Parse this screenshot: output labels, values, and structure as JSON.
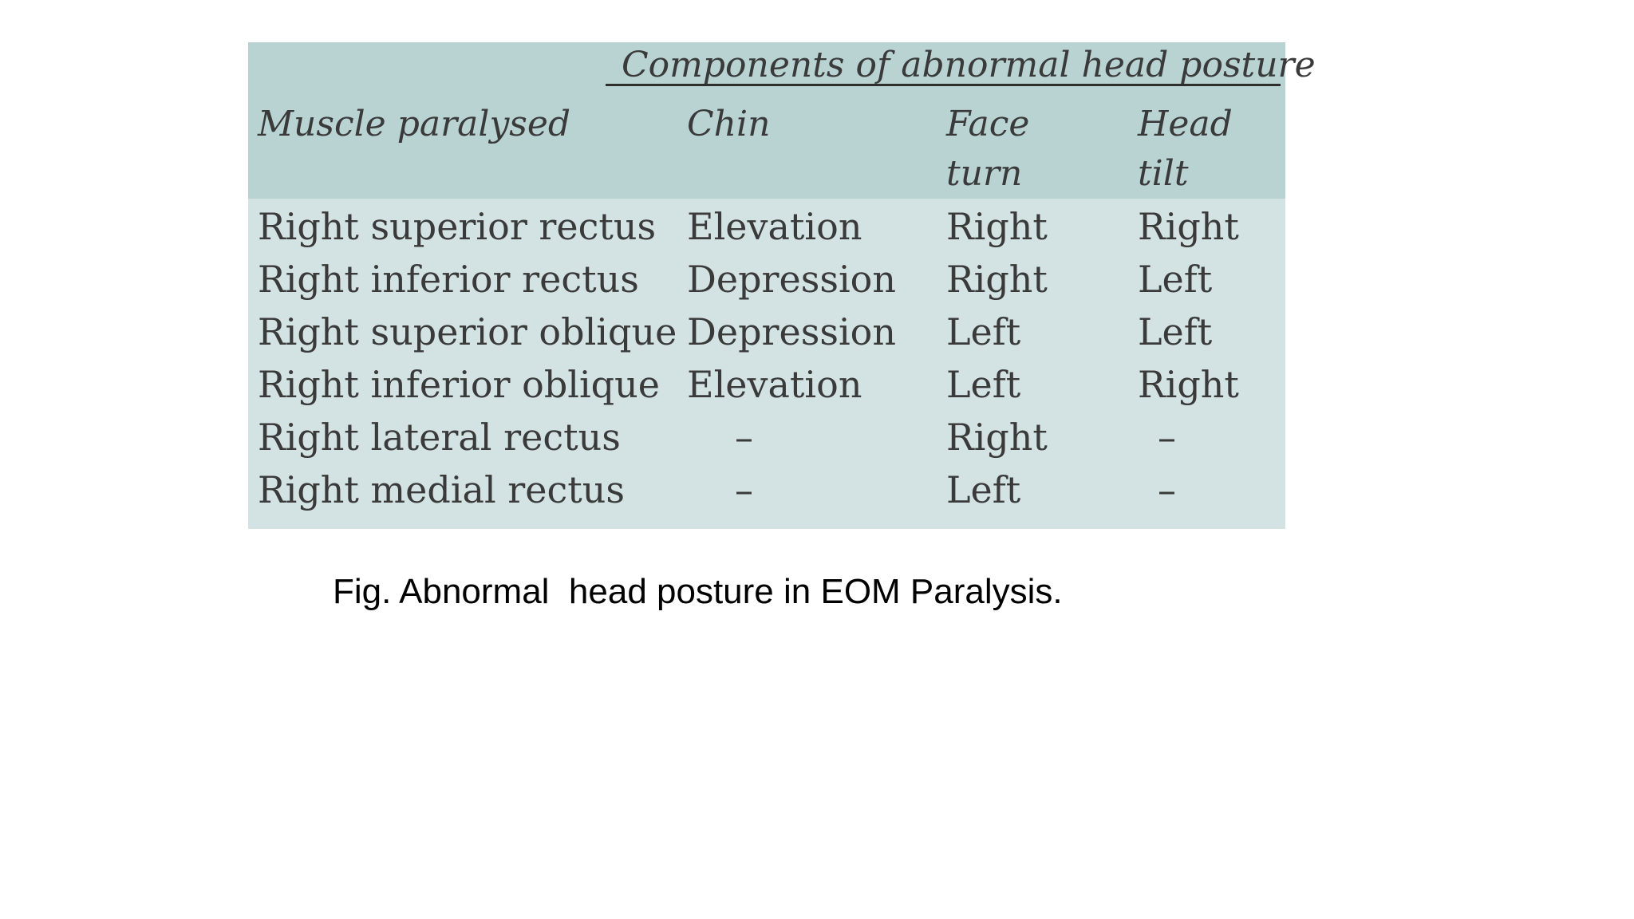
{
  "table": {
    "group_header": "Components of abnormal  head posture",
    "columns": {
      "muscle": "Muscle paralysed",
      "chin": "Chin",
      "face": "Face turn",
      "head": "Head tilt"
    },
    "rows": [
      {
        "muscle": "Right superior rectus",
        "chin": "Elevation",
        "face": "Right",
        "head": "Right"
      },
      {
        "muscle": "Right inferior rectus",
        "chin": "Depression",
        "face": "Right",
        "head": "Left"
      },
      {
        "muscle": "Right superior oblique",
        "chin": "Depression",
        "face": "Left",
        "head": "Left"
      },
      {
        "muscle": "Right inferior oblique",
        "chin": "Elevation",
        "face": "Left",
        "head": "Right"
      },
      {
        "muscle": "Right lateral rectus",
        "chin": "–",
        "face": "Right",
        "head": "–"
      },
      {
        "muscle": "Right medial rectus",
        "chin": "–",
        "face": "Left",
        "head": "–"
      }
    ],
    "colors": {
      "header_band": "#b9d3d3",
      "body_band": "#d3e3e3"
    }
  },
  "caption": "Fig. Abnormal  head posture in EOM Paralysis."
}
